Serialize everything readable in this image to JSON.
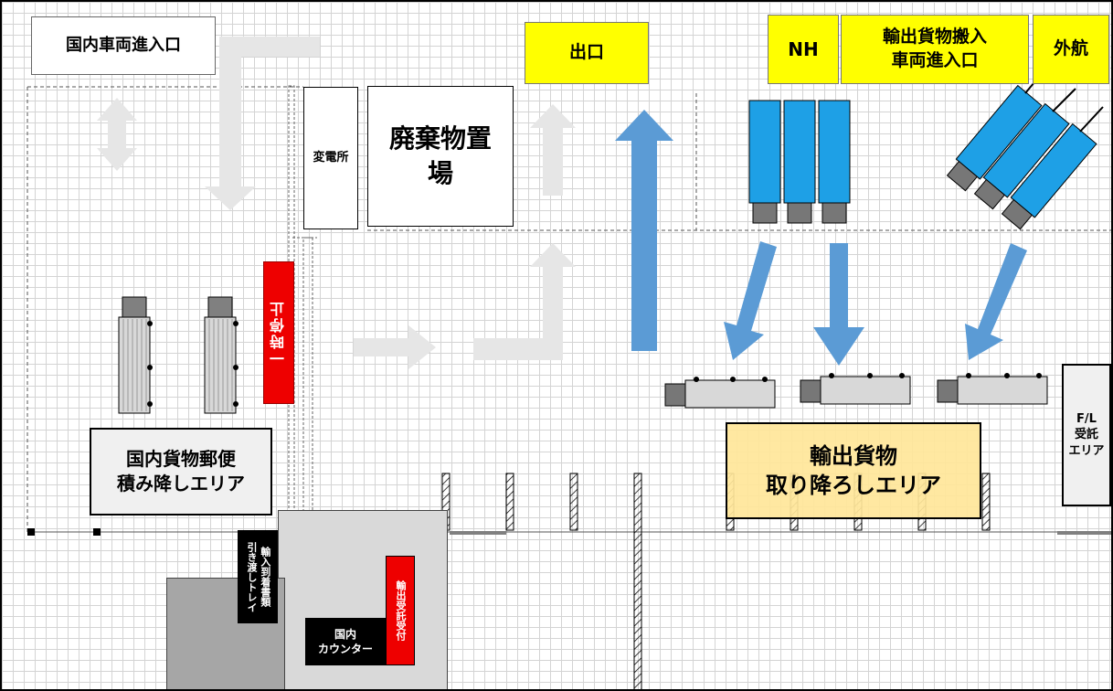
{
  "labels": {
    "domestic_entrance": "国内車両進入口",
    "exit": "出口",
    "nh": "NH",
    "export_entrance": "輸出貨物搬入\n車両進入口",
    "international": "外航",
    "substation": "変電所",
    "waste_area": "廃棄物置\n場",
    "red_vertical": "一時停止",
    "domestic_unload_area": "国内貨物郵便\n積み降しエリア",
    "export_unload_area": "輸出貨物\n取り降ろしエリア",
    "fl_area": "F/L\n受託\nエリア",
    "import_tray": "輸入到着書類\n引き渡しトレイ",
    "export_reception": "輸出受託受付",
    "domestic_counter": "国内\nカウンター"
  },
  "colors": {
    "yellow": "#ffff00",
    "red": "#ee0000",
    "blue_arrow": "#5b9bd5",
    "gray_arrow": "#e6e6e6",
    "truck_blue": "#1ea0e6",
    "area_yellow": "#ffe699"
  },
  "icons": {
    "truck": "truck-icon",
    "arrow": "arrow-icon"
  }
}
